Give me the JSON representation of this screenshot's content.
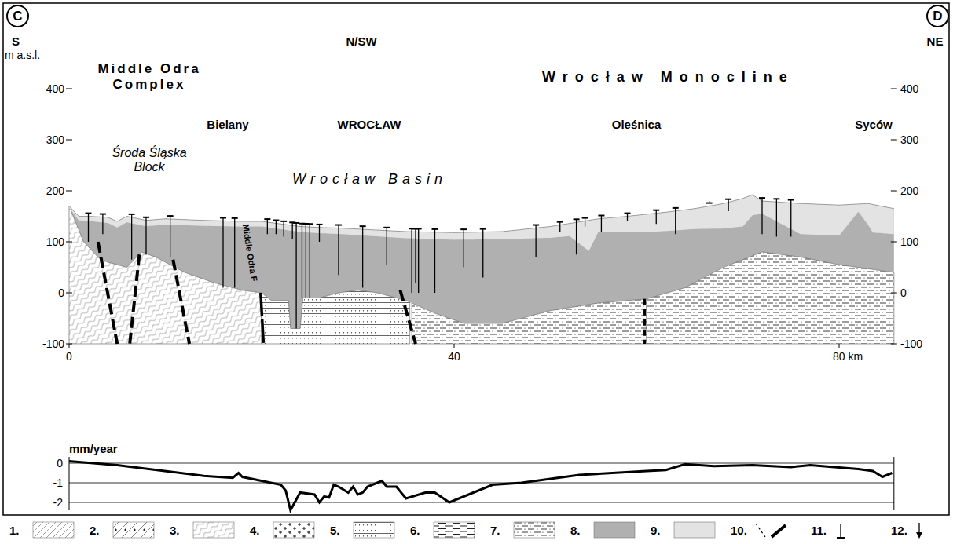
{
  "diagram": {
    "nodes": [
      {
        "text": [
          "C"
        ]
      },
      {
        "text": [
          "D"
        ]
      }
    ],
    "labels": [
      "S",
      "m a.s.l.",
      "N/SW",
      "NE",
      "Middle Odra Complex",
      "Wrocław Monocline",
      "Bielany",
      "WROCŁAW",
      "Oleśnica",
      "Syców",
      "Środa Śląska Block",
      "Wrocław Basin",
      "Middle Odra F",
      "400",
      "300",
      "200",
      "100",
      "0",
      "-100",
      "400",
      "300",
      "200",
      "100",
      "0",
      "-100",
      "0",
      "40",
      "80 km",
      "mm/year",
      "0",
      "-1",
      "-2"
    ],
    "legend": [
      {
        "text": "1."
      },
      {
        "text": "2."
      },
      {
        "text": "3."
      },
      {
        "text": "4."
      },
      {
        "text": "5."
      },
      {
        "text": "6."
      },
      {
        "text": "7."
      },
      {
        "text": "8.",
        "color": "#b0b0b0"
      },
      {
        "text": "9.",
        "color": "#e3e3e3"
      },
      {
        "text": "10."
      },
      {
        "text": "11."
      },
      {
        "text": "12."
      }
    ]
  }
}
